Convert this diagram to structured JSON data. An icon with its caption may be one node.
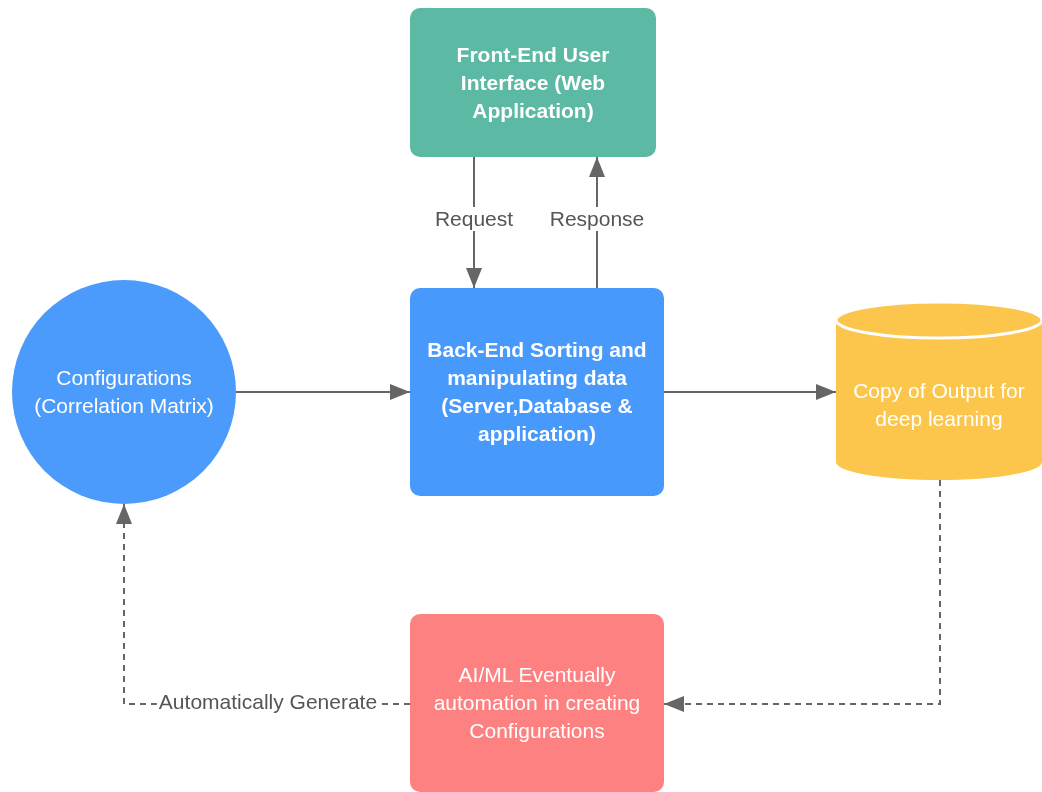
{
  "diagram": {
    "nodes": [
      {
        "text": [
          "Front-End User Interface (Web Application)"
        ]
      },
      {
        "text": [
          "Configurations (Correlation Matrix)"
        ]
      },
      {
        "text": [
          "Back-End Sorting and manipulating data (Server,Database & application)"
        ]
      },
      {
        "text": [
          "Copy of Output for deep learning"
        ]
      },
      {
        "text": [
          "AI/ML Eventually automation in creating Configurations"
        ]
      }
    ],
    "edges": [
      {
        "from": 0,
        "to": 2,
        "arrow": "to",
        "label": "Request"
      },
      {
        "from": 2,
        "to": 0,
        "arrow": "to",
        "label": "Response"
      },
      {
        "from": 1,
        "to": 2,
        "arrow": "to"
      },
      {
        "from": 2,
        "to": 3,
        "arrow": "to"
      },
      {
        "from": 3,
        "to": 4,
        "arrow": "to",
        "style": "dashed"
      },
      {
        "from": 4,
        "to": 1,
        "arrow": "to",
        "style": "dashed",
        "label": "Automatically Generate"
      }
    ]
  }
}
